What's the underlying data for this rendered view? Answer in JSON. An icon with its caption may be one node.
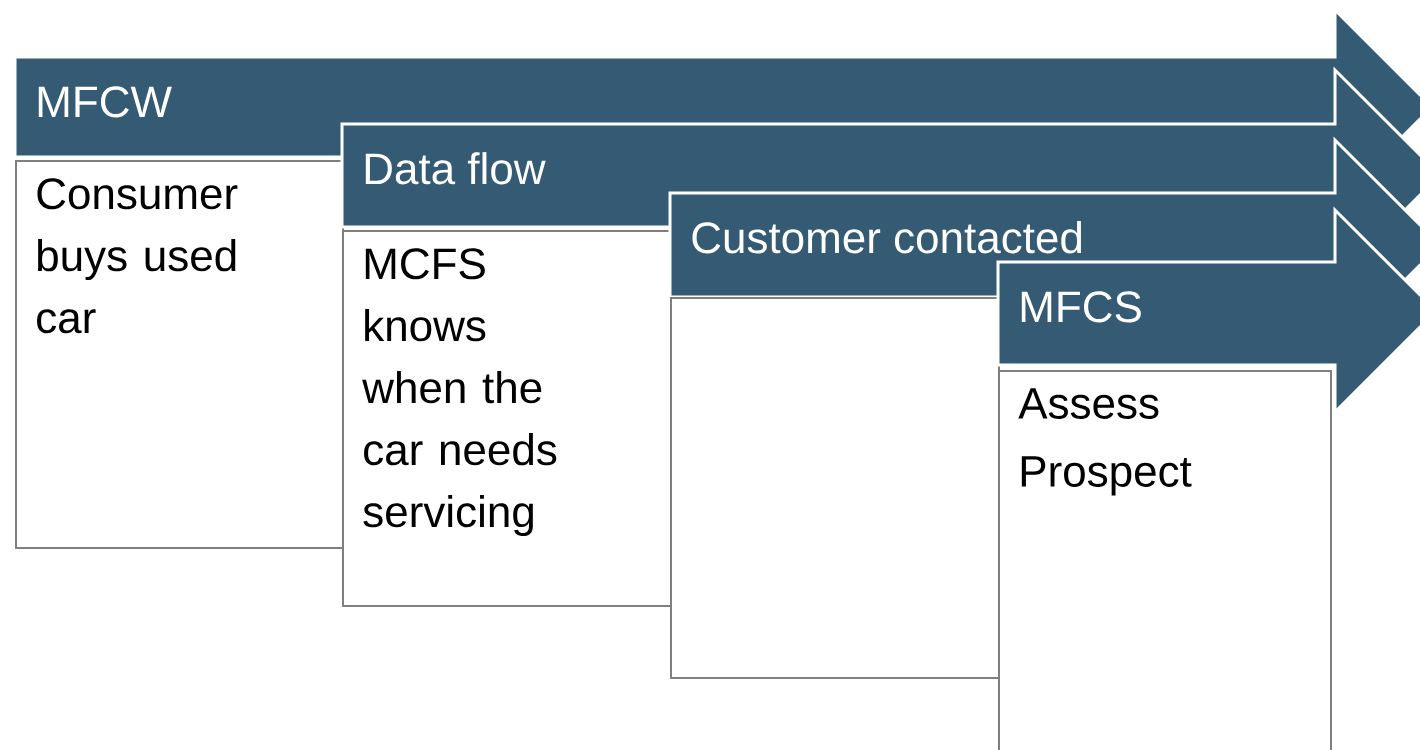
{
  "diagram": {
    "nodes": [
      {
        "text": [
          "MFCW"
        ]
      },
      {
        "text": [
          "Consumer buys used car"
        ]
      },
      {
        "text": [
          "Data flow"
        ]
      },
      {
        "text": [
          "MCFS knows when the car needs servicing"
        ]
      },
      {
        "text": [
          "Customer contacted"
        ]
      },
      {
        "text": [],
        "shape": "box"
      },
      {
        "text": [
          "MFCS"
        ]
      },
      {
        "text": [
          "Assess",
          "Prospect"
        ]
      }
    ]
  }
}
